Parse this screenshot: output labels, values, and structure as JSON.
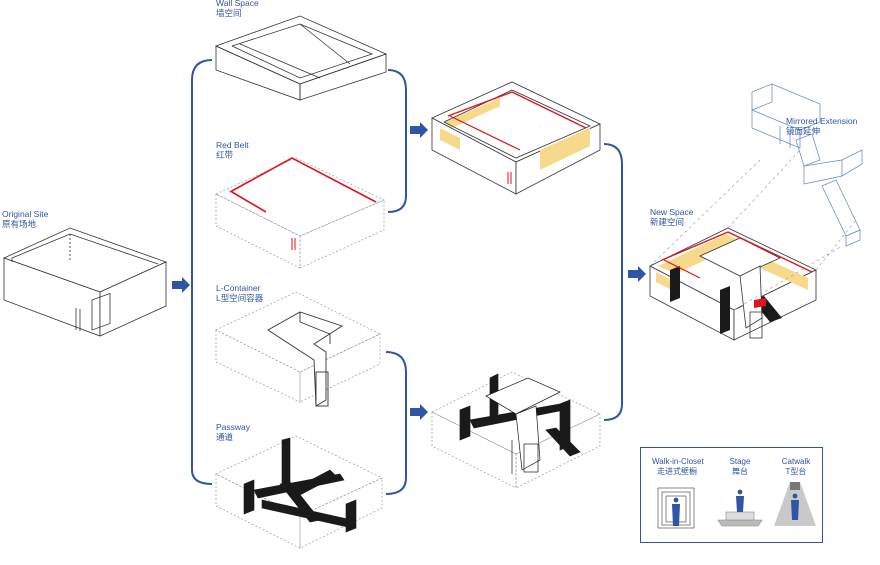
{
  "labels": {
    "original_site": {
      "en": "Original Site",
      "cn": "原有场地"
    },
    "wall_space": {
      "en": "Wall Space",
      "cn": "墙空间"
    },
    "red_belt": {
      "en": "Red Belt",
      "cn": "红带"
    },
    "l_container": {
      "en": "L-Container",
      "cn": "L型空间容器"
    },
    "passway": {
      "en": "Passway",
      "cn": "通道"
    },
    "new_space": {
      "en": "New Space",
      "cn": "新建空间"
    },
    "mirrored_extension": {
      "en": "Mirrored Extension",
      "cn": "镜面延伸"
    }
  },
  "legend": {
    "walk_in_closet": {
      "en": "Walk-in-Closet",
      "cn": "走进式壁橱"
    },
    "stage": {
      "en": "Stage",
      "cn": "舞台"
    },
    "catwalk": {
      "en": "Catwalk",
      "cn": "T型台"
    }
  },
  "colors": {
    "accent_blue": "#2f55a4",
    "belt_red": "#e0141e",
    "wall_yellow": "#f6d98a",
    "passway_black": "#1a1a1a"
  }
}
